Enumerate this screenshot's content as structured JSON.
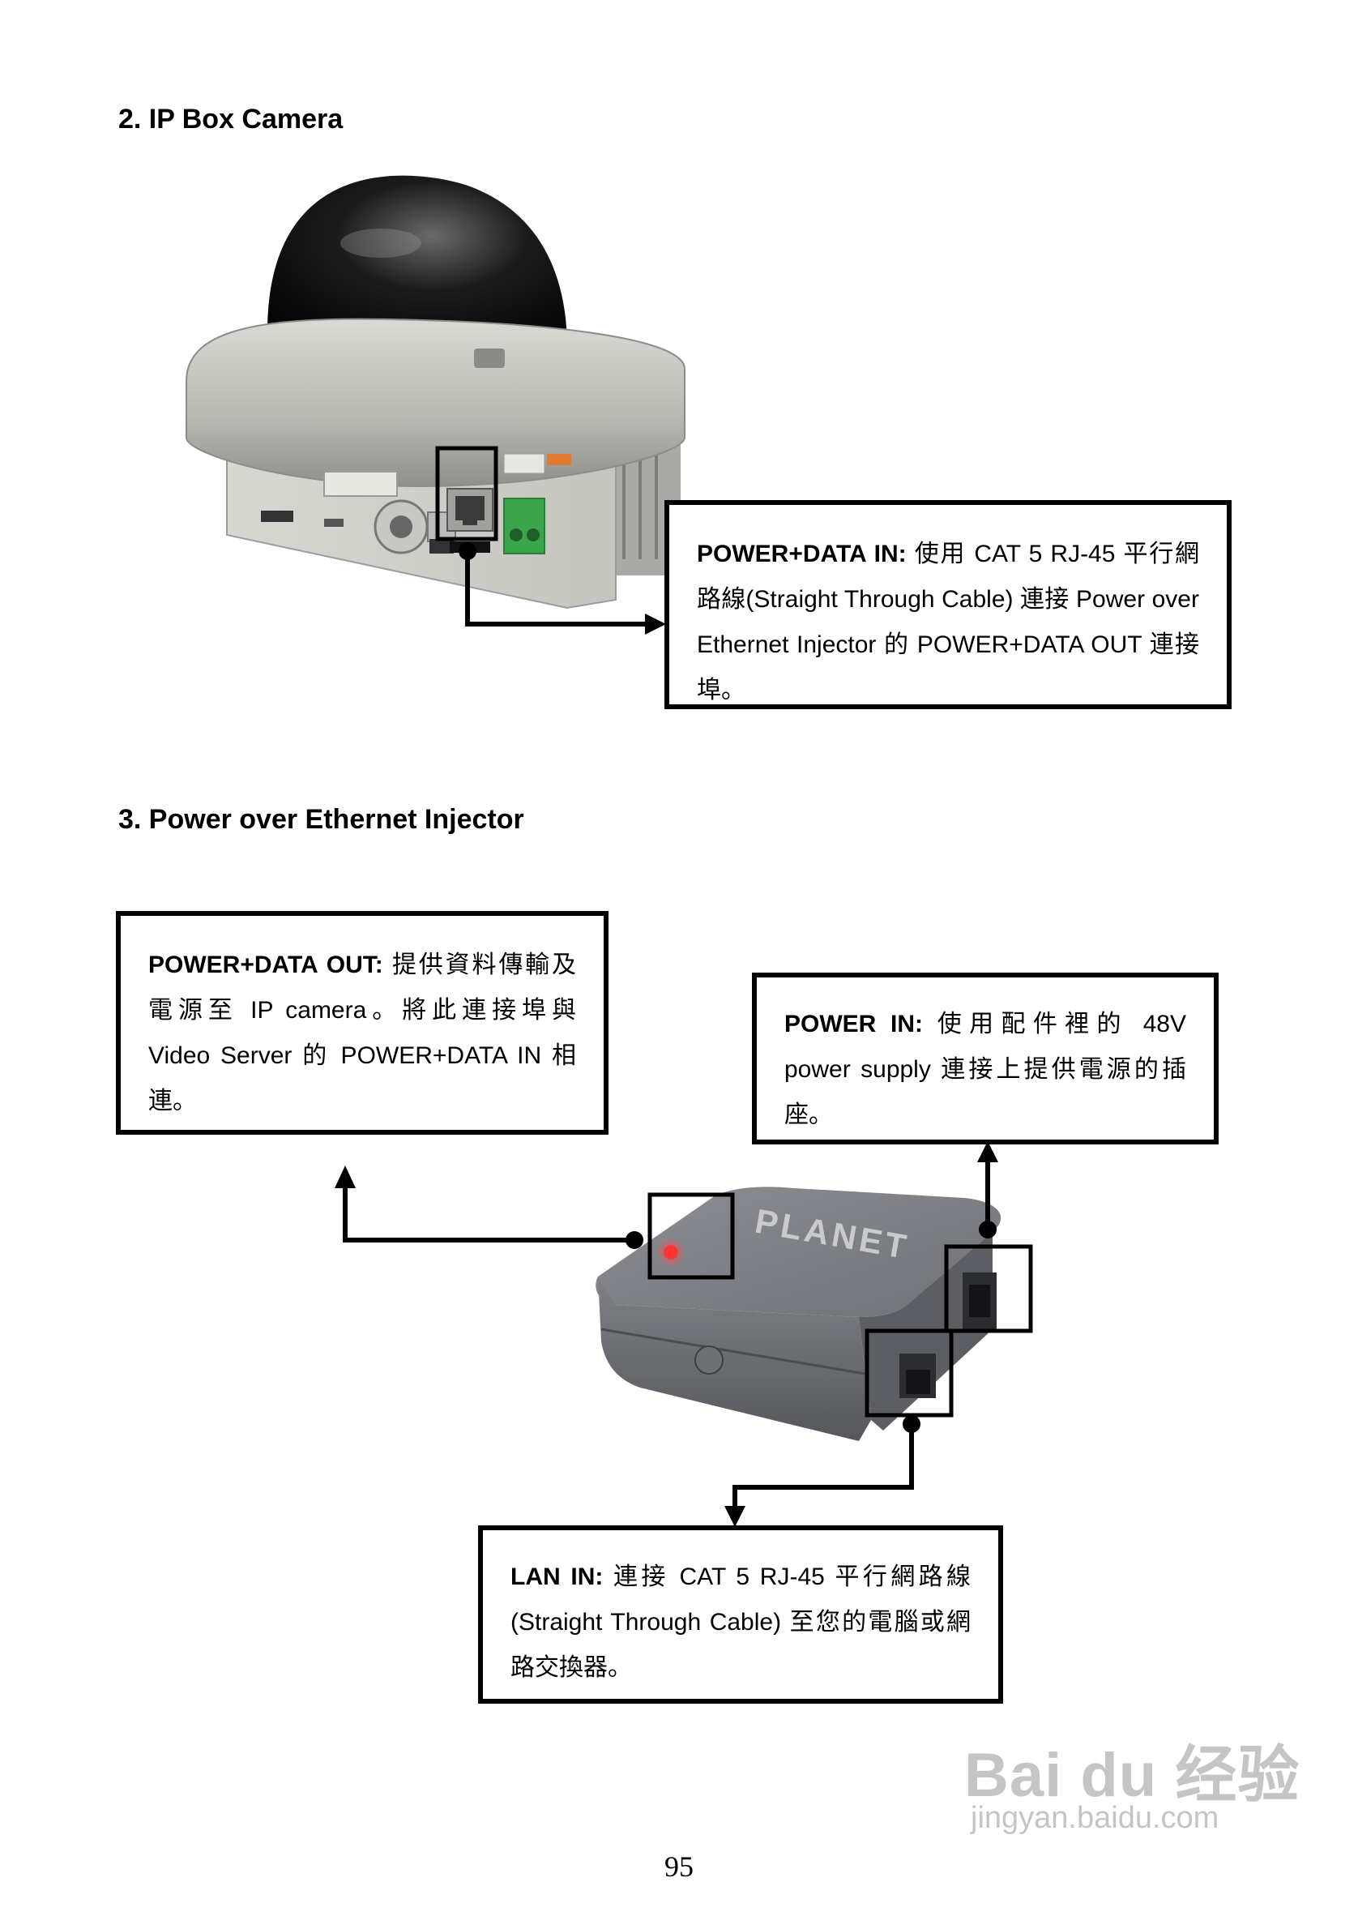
{
  "sections": {
    "camera": {
      "heading": "2. IP Box Camera",
      "callout": {
        "label": "POWER+DATA IN:",
        "text": " 使用 CAT 5 RJ-45 平行網路線(Straight Through Cable) 連接 Power over Ethernet Injector 的 POWER+DATA OUT 連接埠。"
      }
    },
    "injector": {
      "heading": "3. Power over Ethernet Injector",
      "data_out": {
        "label": "POWER+DATA OUT:",
        "text": " 提供資料傳輸及電源至 IP camera。將此連接埠與 Video Server 的 POWER+DATA IN 相連。"
      },
      "power_in": {
        "label": "POWER IN:",
        "text": " 使用配件裡的 48V power supply 連接上提供電源的插座。"
      },
      "lan_in": {
        "label": "LAN IN:",
        "text": " 連接 CAT 5 RJ-45 平行網路線 (Straight Through Cable) 至您的電腦或網路交換器。"
      }
    }
  },
  "device_logo_text": "PLANET",
  "page_number": "95",
  "watermark": {
    "logo": "Bai du 经验",
    "url": "jingyan.baidu.com"
  }
}
